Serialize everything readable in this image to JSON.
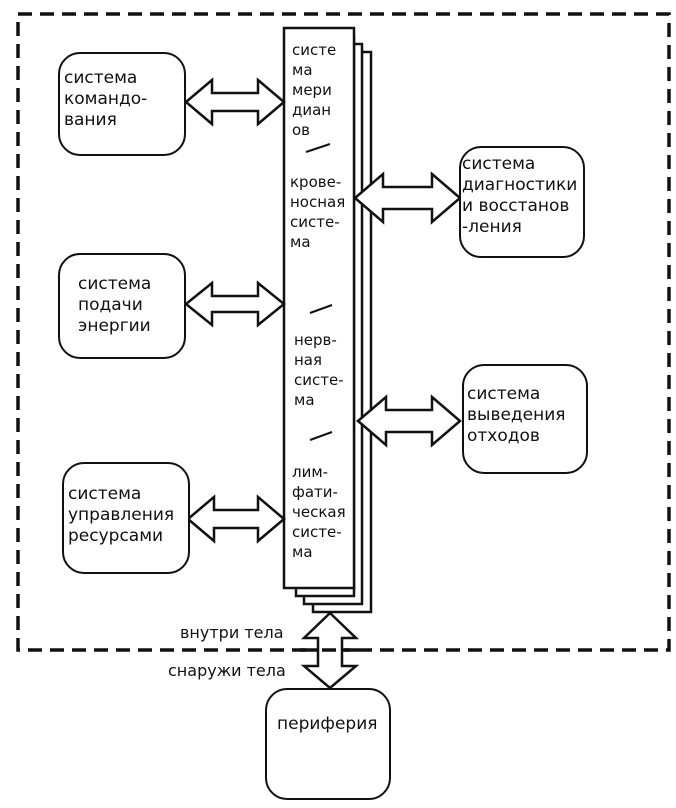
{
  "diagram": {
    "central_column": {
      "sections": [
        {
          "label": "систе\nма\nмери\nдиан\nов"
        },
        {
          "label": "крове-\nносная\nсисте-\nма"
        },
        {
          "label": "нерв-\nная\nсисте-\nма"
        },
        {
          "label": "лим-\nфати-\nческая\nсисте-\nма"
        }
      ]
    },
    "left_boxes": [
      {
        "label": "система\nкомандо-\nвания"
      },
      {
        "label": "система\nподачи\nэнергии"
      },
      {
        "label": "система\nуправления\nресурсами"
      }
    ],
    "right_boxes": [
      {
        "label": "система\nдиагностики\nи восстанов\n-ления"
      },
      {
        "label": "система\nвыведения\nотходов"
      }
    ],
    "bottom_box": {
      "label": "периферия"
    },
    "boundary": {
      "inside_label": "внутри тела",
      "outside_label": "снаружи тела"
    }
  }
}
